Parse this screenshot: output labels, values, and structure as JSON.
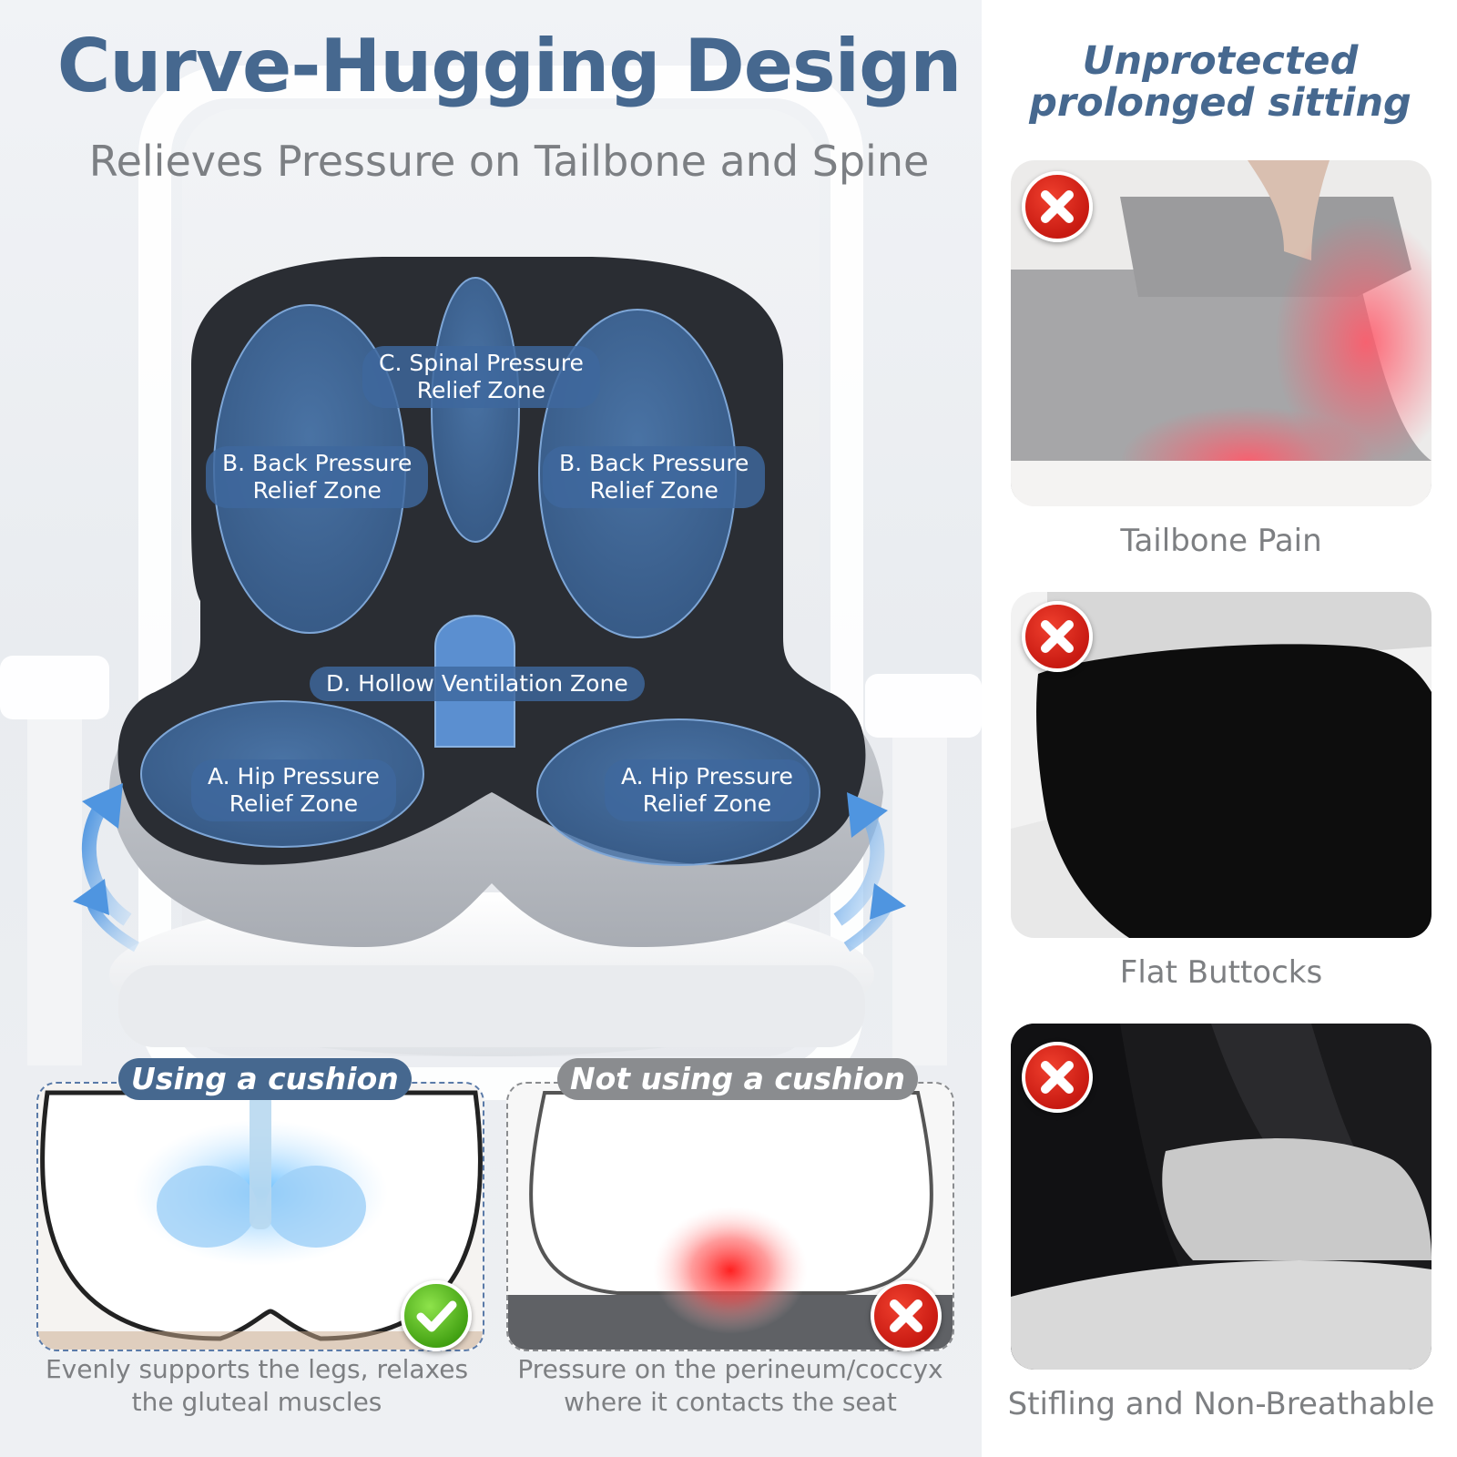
{
  "header": {
    "title": "Curve-Hugging Design",
    "subtitle": "Relieves Pressure on Tailbone and Spine"
  },
  "zones": {
    "spinal": [
      "C. Spinal Pressure",
      "Relief Zone"
    ],
    "back_left": [
      "B. Back Pressure",
      "Relief Zone"
    ],
    "back_right": [
      "B. Back Pressure",
      "Relief Zone"
    ],
    "hollow": "D. Hollow Ventilation Zone",
    "hip_left": [
      "A. Hip Pressure",
      "Relief Zone"
    ],
    "hip_right": [
      "A. Hip Pressure",
      "Relief Zone"
    ]
  },
  "comparison": {
    "using": {
      "tag": "Using a cushion",
      "caption": [
        "Evenly supports the legs, relaxes",
        "the gluteal muscles"
      ],
      "status_icon": "check-icon"
    },
    "not_using": {
      "tag": "Not using a cushion",
      "caption": [
        "Pressure on the perineum/coccyx",
        "where it contacts the seat"
      ],
      "status_icon": "cross-icon"
    }
  },
  "right_panel": {
    "title": [
      "Unprotected",
      "prolonged sitting"
    ],
    "items": [
      {
        "caption": "Tailbone Pain",
        "icon": "cross-icon"
      },
      {
        "caption": "Flat Buttocks",
        "icon": "cross-icon"
      },
      {
        "caption": "Stifling and Non-Breathable",
        "icon": "cross-icon"
      }
    ]
  },
  "colors": {
    "accent": "#46688f",
    "zone_blue": "#3e689e",
    "tag_gray": "#8a8c8f",
    "error_red": "#d8261b",
    "success_green": "#5cbf1e"
  }
}
